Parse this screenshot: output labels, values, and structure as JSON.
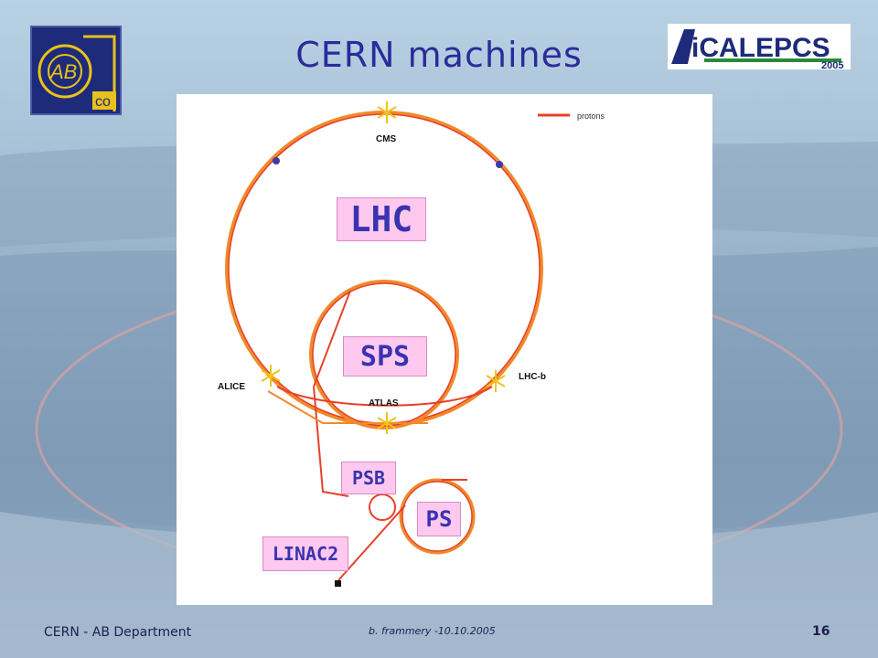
{
  "title": "CERN machines",
  "logos": {
    "left_text": "AB",
    "left_sub": "co",
    "right_text": "iCALEPCS",
    "right_year": "2005"
  },
  "legend": {
    "label": "protons"
  },
  "machines": {
    "lhc": "LHC",
    "sps": "SPS",
    "psb": "PSB",
    "ps": "PS",
    "linac": "LINAC2"
  },
  "experiments": {
    "cms": "CMS",
    "alice": "ALICE",
    "atlas": "ATLAS",
    "lhcb": "LHC-b"
  },
  "footer": {
    "department": "CERN - AB Department",
    "author": "b. frammery -10.10.2005",
    "page": "16"
  },
  "colors": {
    "beam": "#e8402a",
    "ring": "#f08a2a",
    "label_text": "#3a33b0",
    "label_bg": "#ffc8ee",
    "title": "#2b2b9a"
  }
}
